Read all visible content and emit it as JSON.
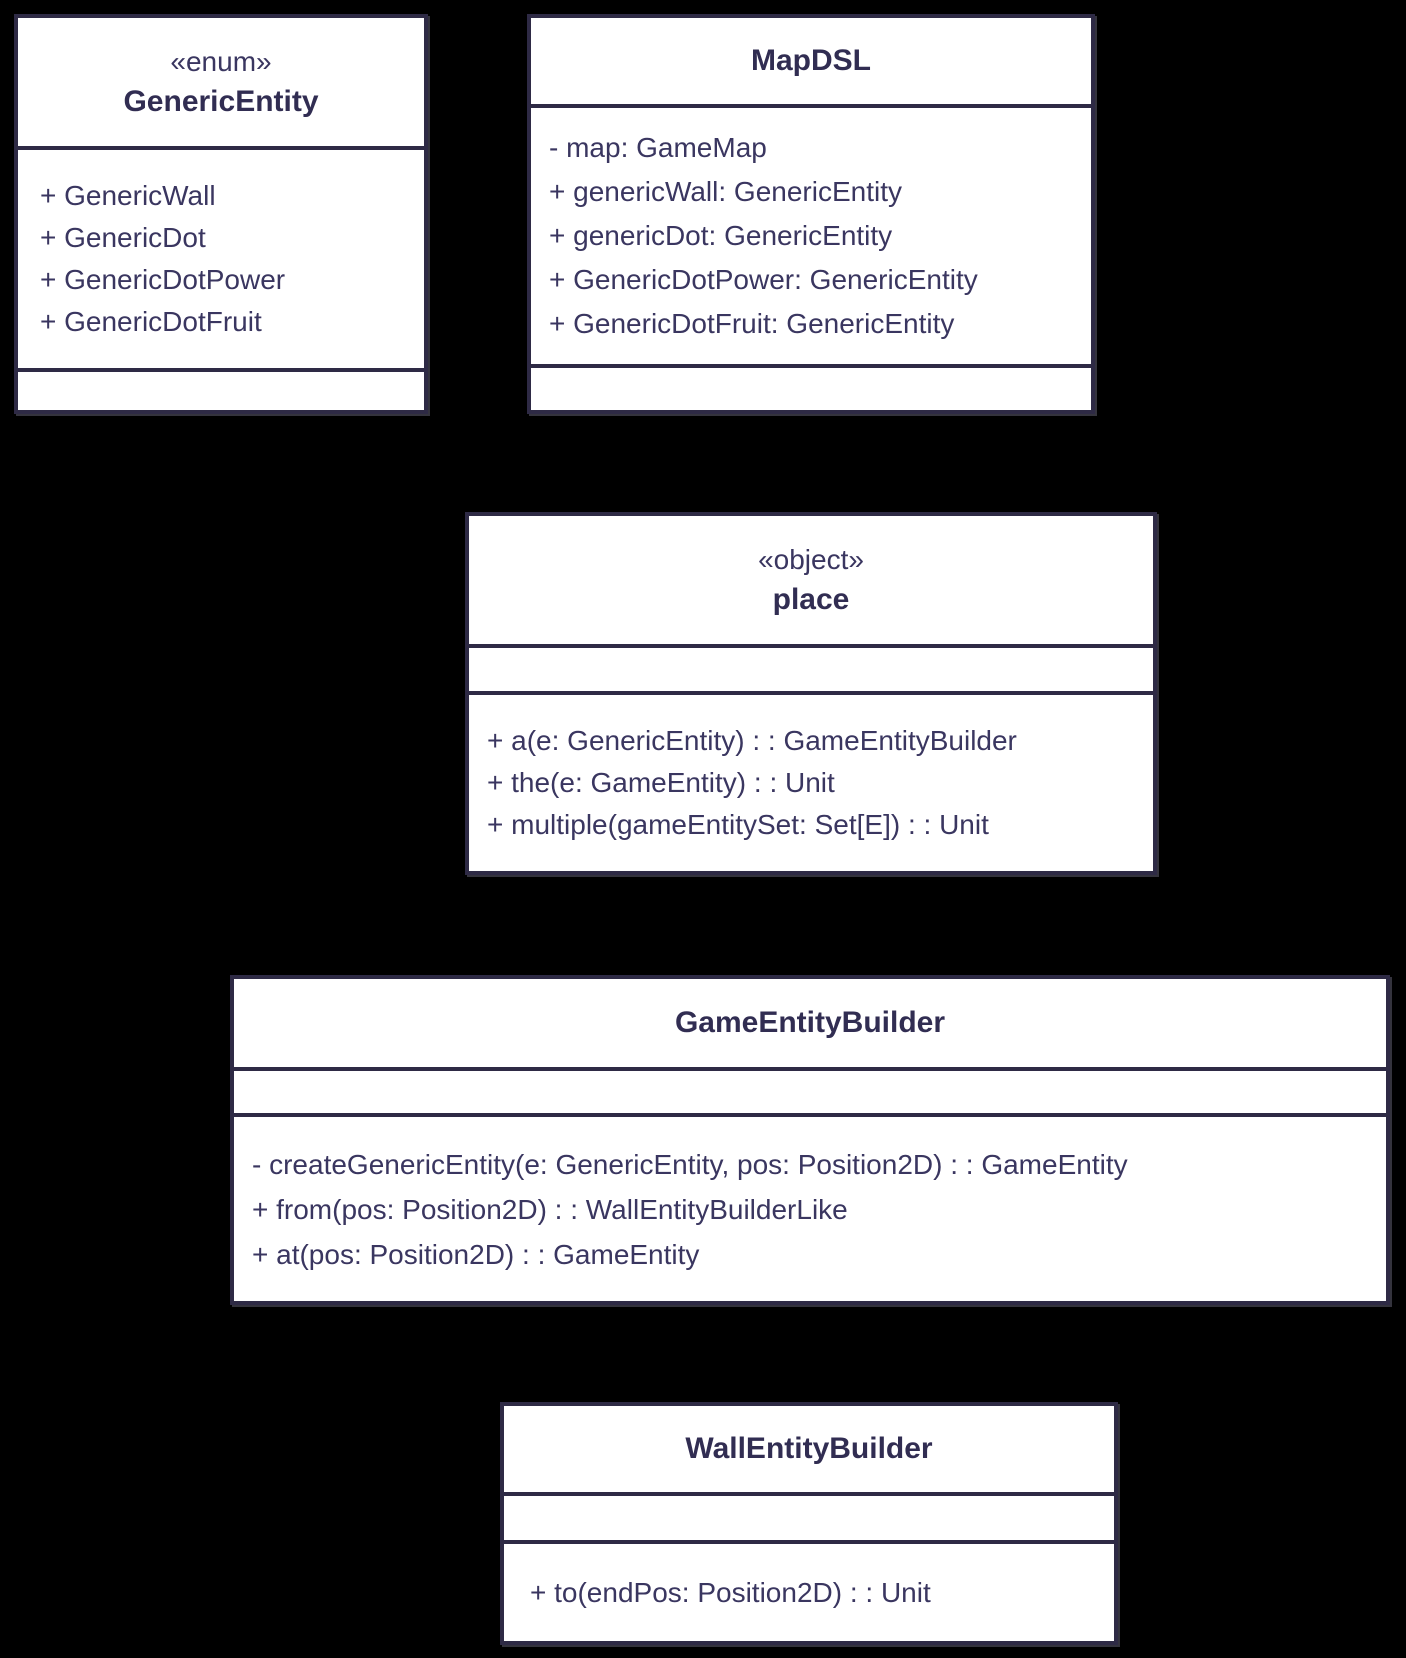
{
  "colors": {
    "canvas_background": "#000000",
    "box_fill": "#ffffff",
    "border_color": "#2e2a45",
    "text_color": "#3a3660",
    "title_text_color": "#312d52"
  },
  "classes": [
    {
      "id": "generic-entity",
      "stereotype": "«enum»",
      "name": "GenericEntity",
      "attributes": [
        "+ GenericWall",
        "+ GenericDot",
        "+ GenericDotPower",
        "+ GenericDotFruit"
      ],
      "methods": []
    },
    {
      "id": "map-dsl",
      "stereotype": "",
      "name": "MapDSL",
      "attributes": [
        "- map: GameMap",
        "+ genericWall: GenericEntity",
        "+ genericDot: GenericEntity",
        "+ GenericDotPower: GenericEntity",
        "+ GenericDotFruit: GenericEntity"
      ],
      "methods": []
    },
    {
      "id": "place",
      "stereotype": "«object»",
      "name": "place",
      "attributes": [],
      "methods": [
        "+ a(e: GenericEntity) : : GameEntityBuilder",
        "+ the(e: GameEntity) : : Unit",
        "+ multiple(gameEntitySet: Set[E]) : : Unit"
      ]
    },
    {
      "id": "game-entity-builder",
      "stereotype": "",
      "name": "GameEntityBuilder",
      "attributes": [],
      "methods": [
        "- createGenericEntity(e: GenericEntity, pos: Position2D) : : GameEntity",
        "+ from(pos: Position2D) : : WallEntityBuilderLike",
        "+ at(pos: Position2D) : : GameEntity"
      ]
    },
    {
      "id": "wall-entity-builder",
      "stereotype": "",
      "name": "WallEntityBuilder",
      "attributes": [],
      "methods": [
        "+ to(endPos: Position2D) : : Unit"
      ]
    }
  ]
}
